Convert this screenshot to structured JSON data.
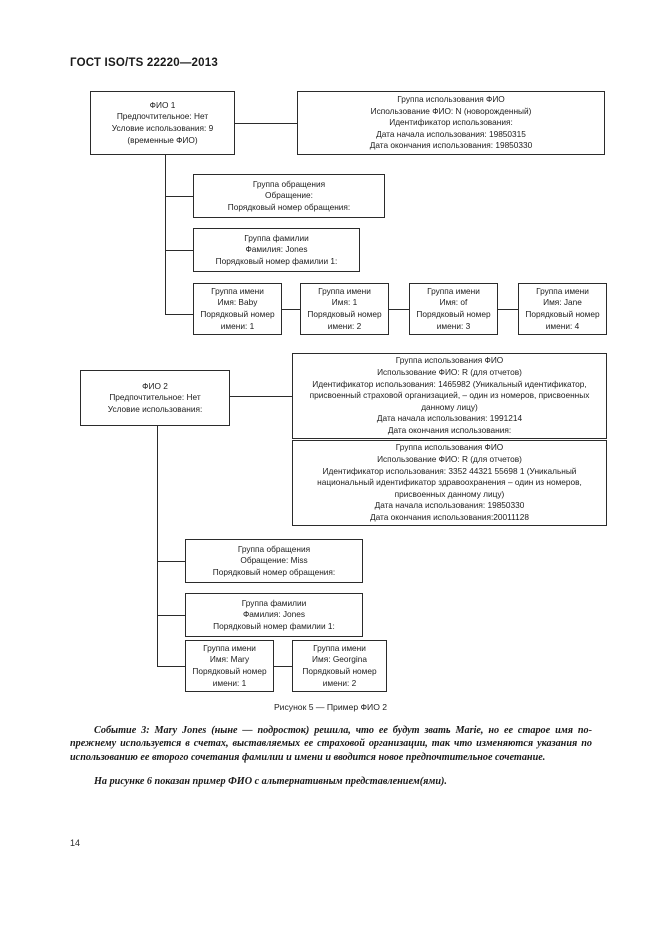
{
  "document": {
    "header": "ГОСТ ISO/TS 22220—2013",
    "page_number": "14",
    "figure_caption": "Рисунок 5 — Пример ФИО 2"
  },
  "diagram": {
    "section1": {
      "root": {
        "line1": "ФИО 1",
        "line2": "Предпочтительное: Нет",
        "line3": "Условие использования: 9",
        "line4": "(временные ФИО)"
      },
      "usage_group": {
        "title": "Группа использования ФИО",
        "line2": "Использование ФИО: N (новорожденный)",
        "line3": "Идентификатор использования:",
        "line4": "Дата начала использования: 19850315",
        "line5": "Дата окончания использования: 19850330"
      },
      "salutation_group": {
        "title": "Группа обращения",
        "line2": "Обращение:",
        "line3": "Порядковый номер обращения:"
      },
      "family_group": {
        "title": "Группа фамилии",
        "line2": "Фамилия: Jones",
        "line3": "Порядковый номер фамилии 1:"
      },
      "name_groups": [
        {
          "title": "Группа имени",
          "line2": "Имя: Baby",
          "line3": "Порядковый номер",
          "line4": "имени: 1"
        },
        {
          "title": "Группа имени",
          "line2": "Имя: 1",
          "line3": "Порядковый номер",
          "line4": "имени: 2"
        },
        {
          "title": "Группа имени",
          "line2": "Имя: of",
          "line3": "Порядковый номер",
          "line4": "имени: 3"
        },
        {
          "title": "Группа имени",
          "line2": "Имя: Jane",
          "line3": "Порядковый номер",
          "line4": "имени: 4"
        }
      ]
    },
    "section2": {
      "root": {
        "line1": "ФИО 2",
        "line2": "Предпочтительное: Нет",
        "line3": "Условие использования:"
      },
      "usage_group_1": {
        "title": "Группа использования ФИО",
        "line2": "Использование ФИО: R (для отчетов)",
        "line3": "Идентификатор использования: 1465982 (Уникальный идентификатор, присвоенный страховой организацией, – один из номеров, присвоенных данному лицу)",
        "line4": "Дата начала использования: 1991214",
        "line5": "Дата окончания использования:"
      },
      "usage_group_2": {
        "title": "Группа использования ФИО",
        "line2": "Использование ФИО: R (для отчетов)",
        "line3": "Идентификатор использования: 3352 44321 55698 1 (Уникальный национальный идентификатор здравоохранения – один из номеров, присвоенных данному лицу)",
        "line4": "Дата начала использования: 19850330",
        "line5": "Дата окончания использования:20011128"
      },
      "salutation_group": {
        "title": "Группа обращения",
        "line2": "Обращение: Miss",
        "line3": "Порядковый номер обращения:"
      },
      "family_group": {
        "title": "Группа фамилии",
        "line2": "Фамилия: Jones",
        "line3": "Порядковый номер фамилии 1:"
      },
      "name_groups": [
        {
          "title": "Группа имени",
          "line2": "Имя: Mary",
          "line3": "Порядковый номер",
          "line4": "имени: 1"
        },
        {
          "title": "Группа имени",
          "line2": "Имя: Georgina",
          "line3": "Порядковый номер",
          "line4": "имени: 2"
        }
      ]
    }
  },
  "body": {
    "paragraph_1": "Событие 3: Mary Jones (ныне — подросток) решила, что ее будут звать Marie, но ее старое имя по-прежнему используется в счетах, выставляемых ее страховой организации, так что изменяются указания по использованию ее второго сочетания фамилии и имени и вводится новое предпочтительное сочетание.",
    "paragraph_2": "На рисунке 6 показан пример ФИО с альтернативным представлением(ями)."
  }
}
